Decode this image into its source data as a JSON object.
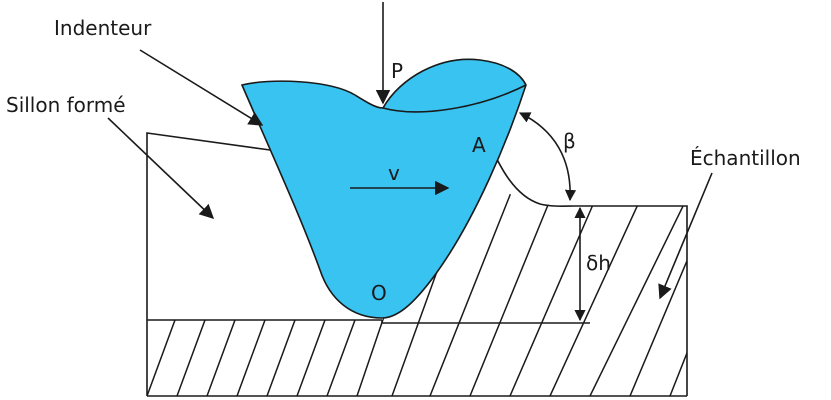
{
  "labels": {
    "indenter": "Indenteur",
    "groove": "Sillon formé",
    "force": "P",
    "point_a": "A",
    "angle": "β",
    "velocity": "v",
    "sample": "Échantillon",
    "depth": "δh",
    "point_o": "O"
  },
  "colors": {
    "indenter_fill": "#38c3f0",
    "line": "#1a1a1a",
    "background": "#ffffff"
  }
}
